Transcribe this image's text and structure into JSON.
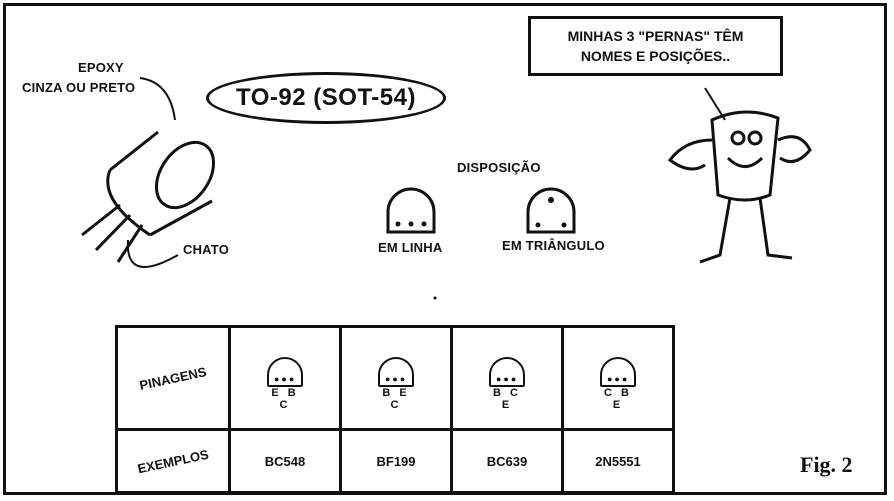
{
  "title": "TO-92 (SOT-54)",
  "speech_bubble": {
    "line1": "MINHAS 3 \"PERNAS\" TÊM",
    "line2": "NOMES E POSIÇÕES.."
  },
  "transistor_labels": {
    "epoxy": "EPOXY",
    "color": "CINZA OU PRETO",
    "flat": "CHATO"
  },
  "arrangement": {
    "heading": "DISPOSIÇÃO",
    "inline": "EM LINHA",
    "triangle": "EM TRIÂNGULO"
  },
  "table": {
    "row1_header": "PINAGENS",
    "row2_header": "EXEMPLOS",
    "pinouts": [
      "E B C",
      "B E C",
      "B C E",
      "C B E"
    ],
    "examples": [
      "BC548",
      "BF199",
      "BC639",
      "2N5551"
    ]
  },
  "figure_label": "Fig. 2"
}
